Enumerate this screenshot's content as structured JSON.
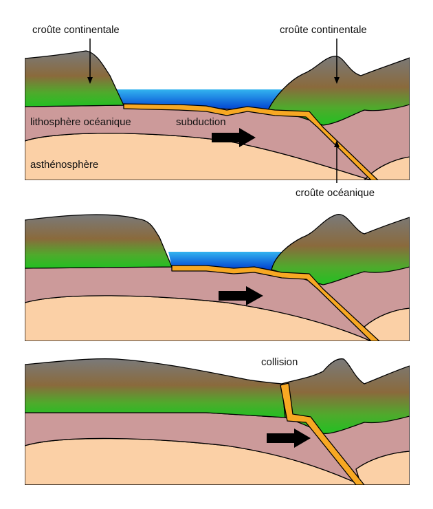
{
  "labels": {
    "continental_crust_left": "croûte continentale",
    "continental_crust_right": "croûte continentale",
    "oceanic_lithosphere": "lithosphère océanique",
    "subduction": "subduction",
    "asthenosphere": "asthénosphère",
    "oceanic_crust": "croûte océanique",
    "collision": "collision"
  },
  "colors": {
    "ocean_top": "#33b4f0",
    "ocean_bottom": "#0040d0",
    "crust_brown": "#8a6a3c",
    "crust_gray": "#7a7a7a",
    "crust_green": "#22c022",
    "lithosphere": "#cc9a9a",
    "asthenosphere": "#fbd0a6",
    "oceanic_crust": "#f7a823",
    "arrow": "#000000"
  },
  "icons": {
    "motion_arrow": "right-arrow"
  }
}
